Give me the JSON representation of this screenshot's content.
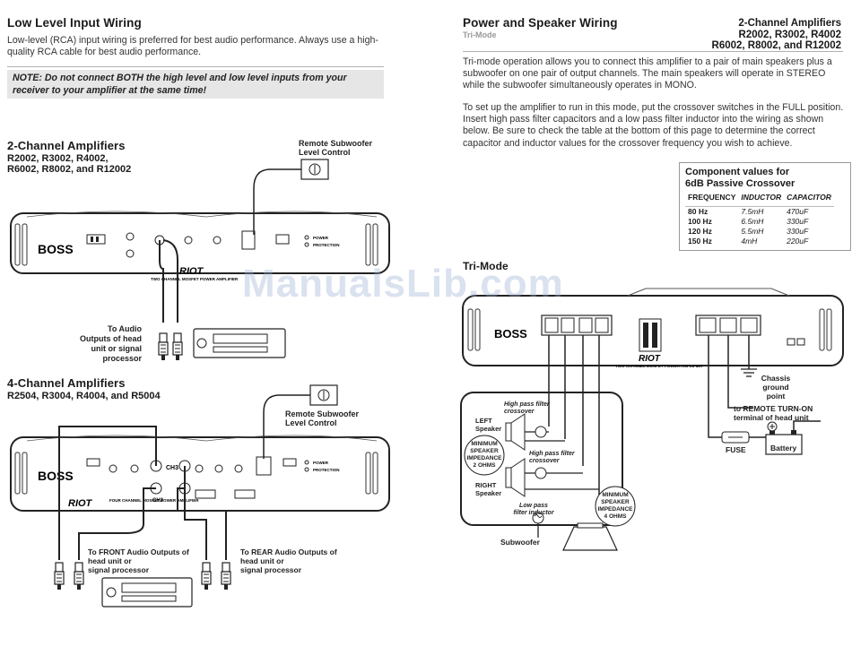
{
  "left": {
    "heading": "Low Level Input Wiring",
    "intro": "Low-level (RCA) input wiring is preferred for best audio performance. Always use a high-quality RCA cable for best audio performance.",
    "note": "NOTE: Do not connect BOTH the high level and low level inputs from your receiver to your amplifier at the same time!",
    "two_channel": {
      "title": "2-Channel Amplifiers",
      "models_line1": "R2002, R3002, R4002,",
      "models_line2": "R6002, R8002, and R12002",
      "remote_line1": "Remote Subwoofer",
      "remote_line2": "Level Control",
      "audio_line1": "To Audio",
      "audio_line2": "Outputs of head",
      "audio_line3": "unit or signal",
      "audio_line4": "processor"
    },
    "four_channel": {
      "title": "4-Channel Amplifiers",
      "models": "R2504, R3004, R4004, and R5004",
      "remote_line1": "Remote Subwoofer",
      "remote_line2": "Level Control",
      "front_line1": "To FRONT Audio Outputs of",
      "front_line2": "head unit or",
      "front_line3": "signal processor",
      "rear_line1": "To REAR Audio Outputs of",
      "rear_line2": "head unit or",
      "rear_line3": "signal processor"
    }
  },
  "right": {
    "heading": "Power and Speaker Wiring",
    "subheading": "Tri-Mode",
    "models_title": "2-Channel Amplifiers",
    "models_line1": "R2002, R3002, R4002",
    "models_line2": "R6002, R8002, and R12002",
    "para1": "Tri-mode operation allows you to connect this amplifier to a pair of main speakers plus a subwoofer on one pair of output channels. The main speakers will operate in STEREO while the subwoofer simultaneously operates in MONO.",
    "para2": "To set up the amplifier to run in this mode, put the crossover switches in the FULL position. Insert high pass filter capacitors and a low pass filter inductor into the wiring as shown below. Be sure to check the table at the bottom of this page to determine the correct capacitor and inductor values for the crossover frequency you wish to achieve.",
    "table": {
      "title_line1": "Component values for",
      "title_line2": "6dB Passive Crossover",
      "headers": [
        "FREQUENCY",
        "INDUCTOR",
        "CAPACITOR"
      ],
      "rows": [
        [
          "80 Hz",
          "7.5mH",
          "470uF"
        ],
        [
          "100 Hz",
          "6.5mH",
          "330uF"
        ],
        [
          "120 Hz",
          "5.5mH",
          "330uF"
        ],
        [
          "150 Hz",
          "4mH",
          "220uF"
        ]
      ]
    },
    "diagram_title": "Tri-Mode",
    "chassis_line1": "Chassis",
    "chassis_line2": "ground",
    "chassis_line3": "point",
    "remote_line1": "to REMOTE TURN-ON",
    "remote_line2": "terminal of head unit",
    "fuse": "FUSE",
    "battery": "Battery",
    "hp1_line1": "High pass filter",
    "hp1_line2": "crossover",
    "hp2_line1": "High pass filter",
    "hp2_line2": "crossover",
    "left_spk_line1": "LEFT",
    "left_spk_line2": "Speaker",
    "right_spk_line1": "RIGHT",
    "right_spk_line2": "Speaker",
    "min2_line1": "MINIMUM",
    "min2_line2": "SPEAKER",
    "min2_line3": "IMPEDANCE",
    "min2_line4": "2 OHMS",
    "min4_line1": "MINIMUM",
    "min4_line2": "SPEAKER",
    "min4_line3": "IMPEDANCE",
    "min4_line4": "4 OHMS",
    "lp_line1": "Low pass",
    "lp_line2": "filter inductor",
    "subwoofer": "Subwoofer"
  },
  "amp": {
    "brand": "BOSS",
    "model": "RIOT",
    "two_ch_sub": "TWO CHANNEL MOSFET POWER AMPLIFIER",
    "four_ch_sub": "FOUR CHANNEL MOSFET POWER AMPLIFIER",
    "power": "POWER",
    "protection": "PROTECTION",
    "ch3": "CH3",
    "ch2": "CH2"
  },
  "watermark": "ManualsLib.com"
}
